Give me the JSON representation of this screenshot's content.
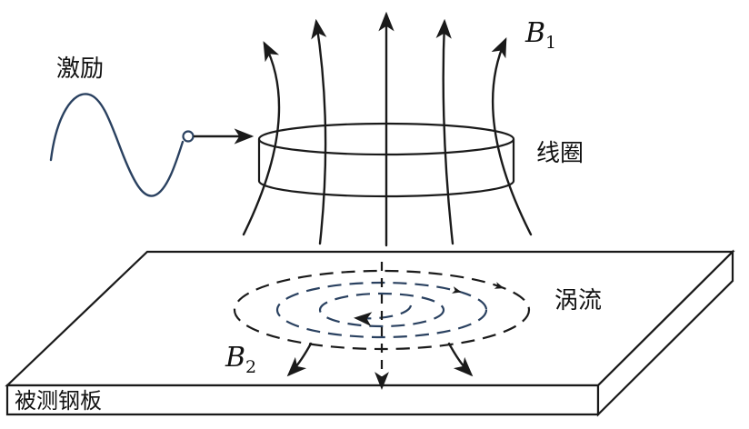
{
  "diagram": {
    "type": "eddy-current-testing-schematic"
  },
  "labels": {
    "excitation": "激励",
    "coil": "线圈",
    "eddy_current": "涡流",
    "plate": "被测钢板",
    "b1_base": "B",
    "b1_sub": "1",
    "b2_base": "B",
    "b2_sub": "2"
  },
  "colors": {
    "line": "#1a1a1a",
    "wave": "#2a4160",
    "eddy": "#2a4160"
  }
}
